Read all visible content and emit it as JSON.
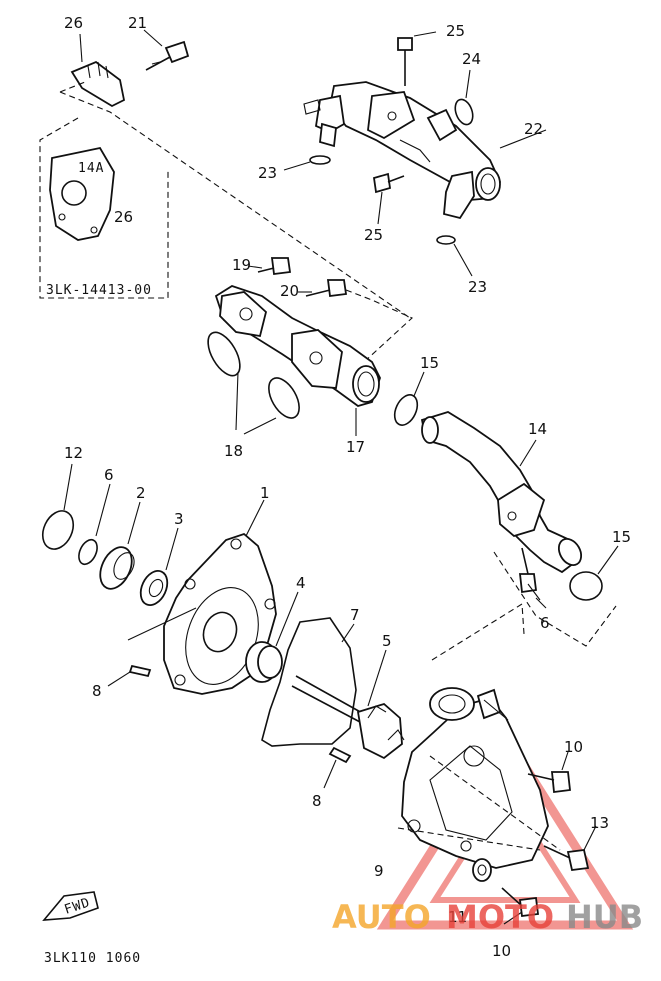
{
  "diagram": {
    "callouts": {
      "c1": "1",
      "c2": "2",
      "c3": "3",
      "c4": "4",
      "c5": "5",
      "c6a": "6",
      "c6b": "6",
      "c7": "7",
      "c8a": "8",
      "c8b": "8",
      "c9": "9",
      "c10a": "10",
      "c10b": "10",
      "c11": "11",
      "c12": "12",
      "c13": "13",
      "c14": "14",
      "c15a": "15",
      "c15b": "15",
      "c17": "17",
      "c18": "18",
      "c19": "19",
      "c20": "20",
      "c21": "21",
      "c22": "22",
      "c23a": "23",
      "c23b": "23",
      "c24": "24",
      "c25a": "25",
      "c25b": "25",
      "c26a": "26",
      "c26b": "26"
    },
    "inset_part_number": "3LK-14413-00",
    "bracket_stamp": "14A",
    "footer_code": "3LK110 1060",
    "fwd_label": "FWD"
  },
  "watermark": {
    "part1": "AUTO",
    "part2": "MOTO",
    "part3": "HUB",
    "color_orange": "#f4a62a",
    "color_red": "#e8423a",
    "color_gray": "#8a8a8a"
  }
}
